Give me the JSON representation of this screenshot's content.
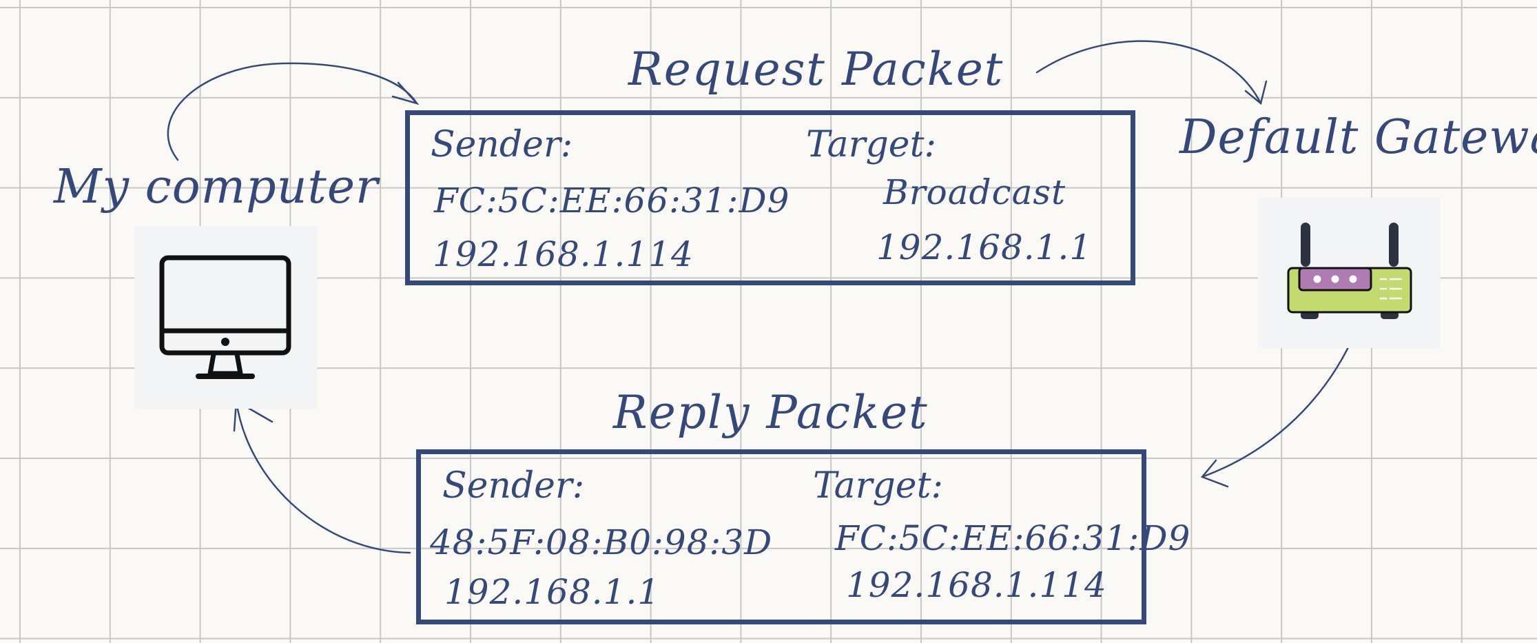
{
  "nodes": {
    "computer": {
      "label": "My computer"
    },
    "gateway": {
      "label": "Default Gateway"
    }
  },
  "request_packet": {
    "title": "Request Packet",
    "sender_label": "Sender:",
    "sender_mac": "FC:5C:EE:66:31:D9",
    "sender_ip": "192.168.1.114",
    "target_label": "Target:",
    "target_mac": "Broadcast",
    "target_ip": "192.168.1.1"
  },
  "reply_packet": {
    "title": "Reply Packet",
    "sender_label": "Sender:",
    "sender_mac": "48:5F:08:B0:98:3D",
    "sender_ip": "192.168.1.1",
    "target_label": "Target:",
    "target_mac": "FC:5C:EE:66:31:D9",
    "target_ip": "192.168.1.114"
  },
  "colors": {
    "ink": "#34497a",
    "grid": "#c7c7c7",
    "paper": "#fbf9f5",
    "router_body": "#c2da6e",
    "router_panel": "#b07bb3"
  },
  "icons": [
    "desktop-computer-icon",
    "router-icon"
  ]
}
